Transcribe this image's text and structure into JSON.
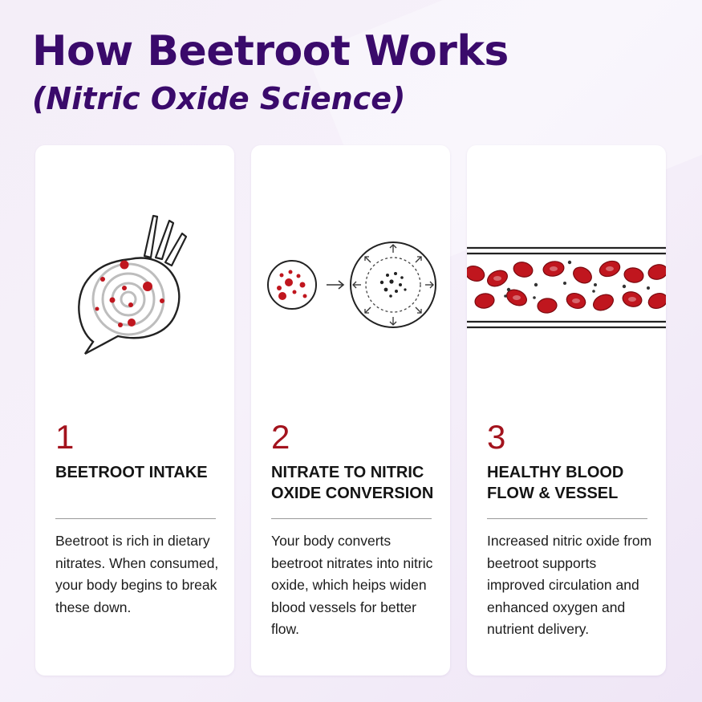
{
  "header": {
    "title": "How Beetroot Works",
    "subtitle": "(Nitric Oxide Science)"
  },
  "steps": [
    {
      "number": "1",
      "title": "BEETROOT INTAKE",
      "description": "Beetroot is rich in dietary nitrates. When consumed, your body begins to break these down.",
      "icon": "beetroot-icon"
    },
    {
      "number": "2",
      "title": "NITRATE TO NITRIC OXIDE CONVERSION",
      "description": "Your body converts beetroot nitrates into nitric oxide, which heips widen blood vessels for better flow.",
      "icon": "conversion-icon"
    },
    {
      "number": "3",
      "title": "HEALTHY BLOOD FLOW & VESSEL",
      "description": "Increased nitric oxide from beetroot supports improved circulation and enhanced oxygen and nutrient delivery.",
      "icon": "blood-vessel-icon"
    }
  ],
  "colors": {
    "title": "#3a0a6b",
    "accent_red": "#a3131d",
    "cell_red": "#c0161e",
    "background": "#f4eef8"
  }
}
